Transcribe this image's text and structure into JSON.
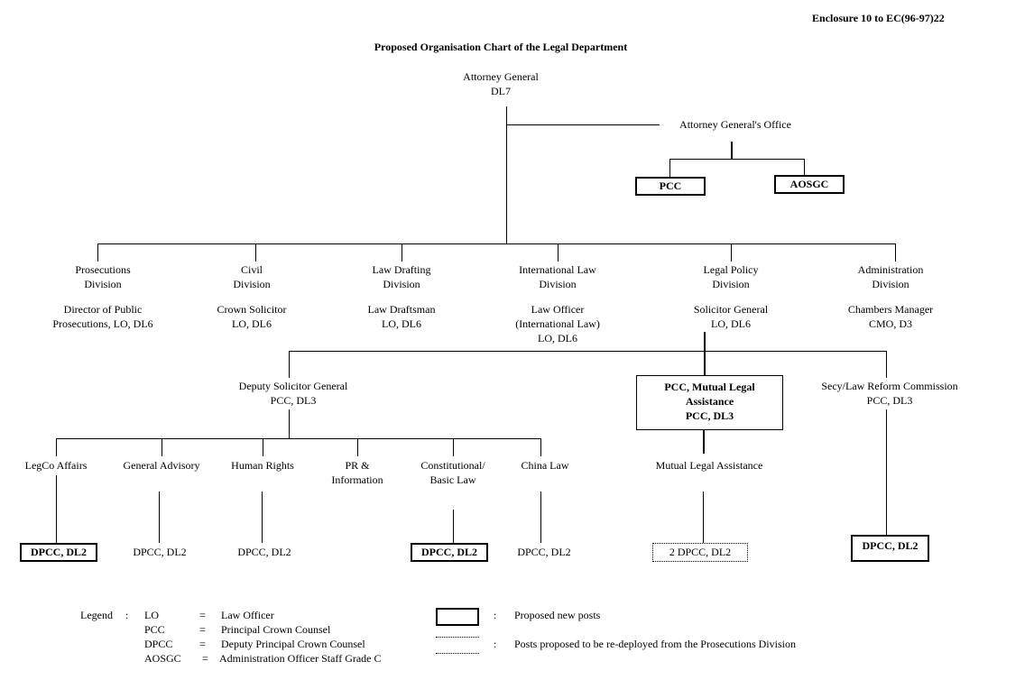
{
  "enclosure": "Enclosure 10 to EC(96-97)22",
  "title": "Proposed Organisation Chart of the Legal Department",
  "ag": {
    "name": "Attorney General",
    "grade": "DL7"
  },
  "ag_office": {
    "label": "Attorney General's Office",
    "pcc": "PCC",
    "aosgc": "AOSGC"
  },
  "divisions": [
    {
      "name1": "Prosecutions",
      "name2": "Division",
      "head1": "Director of Public",
      "head2": "Prosecutions, LO, DL6",
      "head3": ""
    },
    {
      "name1": "Civil",
      "name2": "Division",
      "head1": "Crown Solicitor",
      "head2": "LO, DL6",
      "head3": ""
    },
    {
      "name1": "Law Drafting",
      "name2": "Division",
      "head1": "Law Draftsman",
      "head2": "LO, DL6",
      "head3": ""
    },
    {
      "name1": "International Law",
      "name2": "Division",
      "head1": "Law Officer",
      "head2": "(International Law)",
      "head3": "LO, DL6"
    },
    {
      "name1": "Legal Policy",
      "name2": "Division",
      "head1": "Solicitor General",
      "head2": "LO, DL6",
      "head3": ""
    },
    {
      "name1": "Administration",
      "name2": "Division",
      "head1": "Chambers Manager",
      "head2": "CMO, D3",
      "head3": ""
    }
  ],
  "dsg": {
    "name": "Deputy Solicitor General",
    "grade": "PCC, DL3"
  },
  "mla_head": {
    "line1": "PCC, Mutual Legal",
    "line2": "Assistance",
    "line3": "PCC, DL3"
  },
  "lrc": {
    "name": "Secy/Law Reform Commission",
    "grade": "PCC, DL3"
  },
  "units": [
    {
      "line1": "LegCo Affairs",
      "line2": "",
      "post": "DPCC, DL2",
      "style": "new"
    },
    {
      "line1": "General Advisory",
      "line2": "",
      "post": "DPCC, DL2",
      "style": "plain"
    },
    {
      "line1": "Human Rights",
      "line2": "",
      "post": "DPCC, DL2",
      "style": "plain"
    },
    {
      "line1": "PR &",
      "line2": "Information",
      "post": "",
      "style": "none"
    },
    {
      "line1": "Constitutional/",
      "line2": "Basic Law",
      "post": "DPCC, DL2",
      "style": "new"
    },
    {
      "line1": "China Law",
      "line2": "",
      "post": "DPCC, DL2",
      "style": "plain"
    }
  ],
  "mla_unit": {
    "label": "Mutual Legal Assistance",
    "post": "2 DPCC, DL2"
  },
  "lrc_post": "DPCC, DL2",
  "legend": {
    "label": "Legend",
    "colon": ":",
    "equals": "=",
    "abbrevs": [
      {
        "abbr": "LO",
        "meaning": "Law Officer"
      },
      {
        "abbr": "PCC",
        "meaning": "Principal Crown Counsel"
      },
      {
        "abbr": "DPCC",
        "meaning": "Deputy Principal Crown Counsel"
      },
      {
        "abbr": "AOSGC",
        "meaning": "Administration Officer Staff Grade C"
      }
    ],
    "new_posts": "Proposed new posts",
    "redeployed": "Posts proposed to be re-deployed from the Prosecutions Division"
  }
}
